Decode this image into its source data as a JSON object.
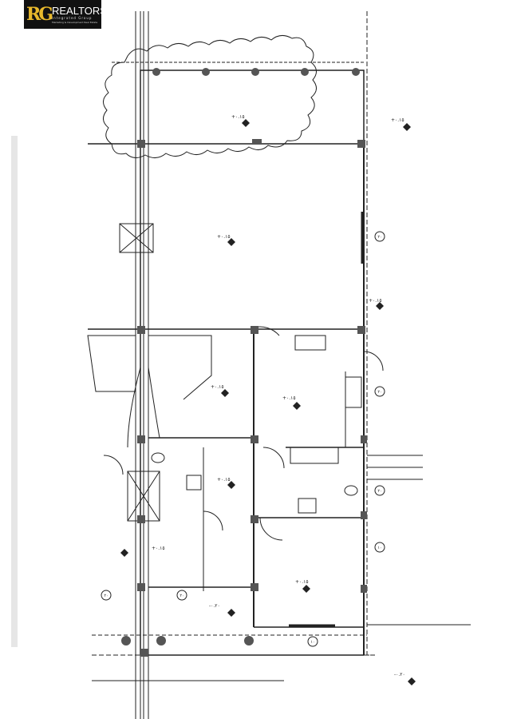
{
  "logo": {
    "mark": "RG",
    "title": "REALTORS",
    "subtitle": "Integrated Group",
    "tagline": "Marketing & Development Real Estate"
  },
  "plan": {
    "levels": [
      "+٠.١٥",
      "+٠.١٥",
      "+٠.١٥",
      "+٠.١٥",
      "+٠.١٥",
      "+٠.١٥",
      "+٠.١٥",
      "+٠.١٥",
      "+٠.١٥",
      "-٠.٢٠",
      "-٠.٢٠"
    ],
    "tags": [
      "٢٠",
      "٢٠",
      "٢٠",
      "١٠",
      "١٠",
      "٢٠",
      "٢٠"
    ],
    "colors": {
      "line": "#222222",
      "column": "#555555",
      "paper": "#ffffff"
    }
  }
}
